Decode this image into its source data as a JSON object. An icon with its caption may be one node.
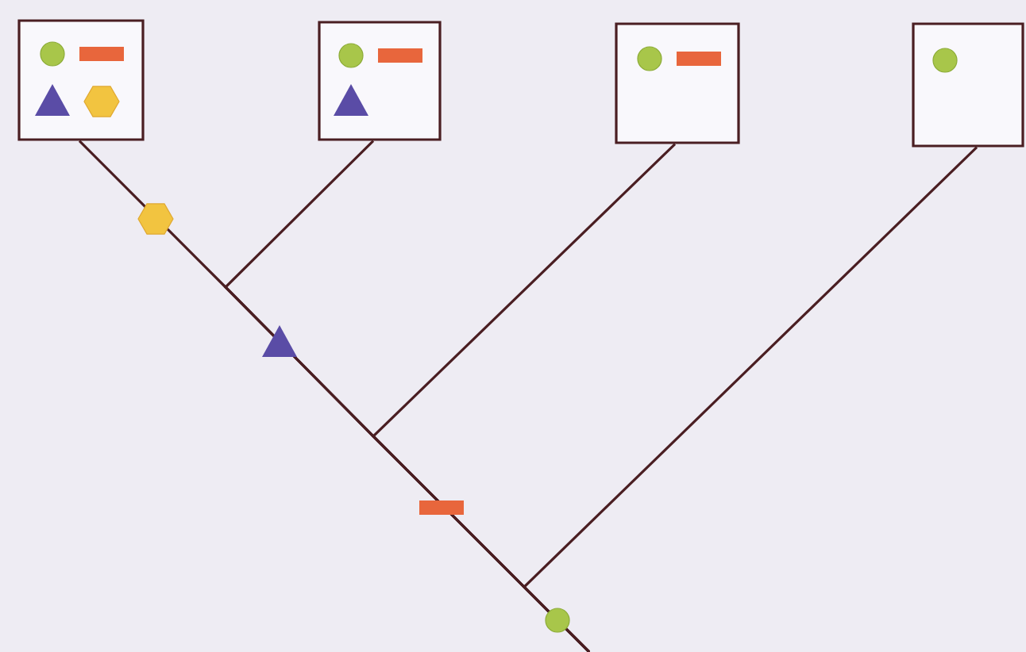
{
  "diagram": {
    "nodes": [
      {
        "text": [],
        "shape": "box"
      },
      {
        "text": [],
        "shape": "box"
      },
      {
        "text": [],
        "shape": "box"
      },
      {
        "text": [],
        "shape": "box"
      }
    ],
    "edges": [
      {
        "from": null,
        "to": 0,
        "arrow": "none"
      },
      {
        "from": null,
        "to": 1,
        "arrow": "none"
      },
      {
        "from": null,
        "to": 2,
        "arrow": "none"
      },
      {
        "from": null,
        "to": 3,
        "arrow": "none"
      }
    ]
  }
}
